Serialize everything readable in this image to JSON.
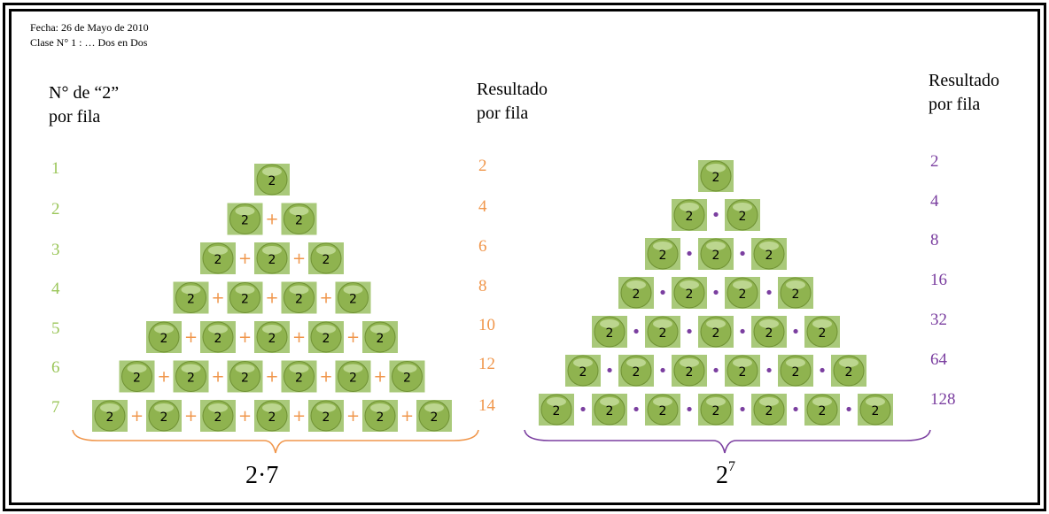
{
  "header": {
    "date": "Fecha: 26 de Mayo de 2010",
    "class": "Clase N° 1 :  … Dos en Dos"
  },
  "left_panel": {
    "col_header_line1": "N° de “2”",
    "col_header_line2": "por fila",
    "row_counts": [
      "1",
      "2",
      "3",
      "4",
      "5",
      "6",
      "7"
    ],
    "result_header_line1": "Resultado",
    "result_header_line2": "por fila",
    "results": [
      "2",
      "4",
      "6",
      "8",
      "10",
      "12",
      "14"
    ],
    "operator": "+",
    "formula": "2·7"
  },
  "right_panel": {
    "result_header_line1": "Resultado",
    "result_header_line2": "por fila",
    "results": [
      "2",
      "4",
      "8",
      "16",
      "32",
      "64",
      "128"
    ],
    "operator": "•",
    "formula_base": "2",
    "formula_exp": "7"
  },
  "ball_label": "2",
  "colors": {
    "green": "#9bc65a",
    "orange": "#f0964b",
    "purple": "#7b3fa0",
    "ball": "#8fb34f"
  }
}
